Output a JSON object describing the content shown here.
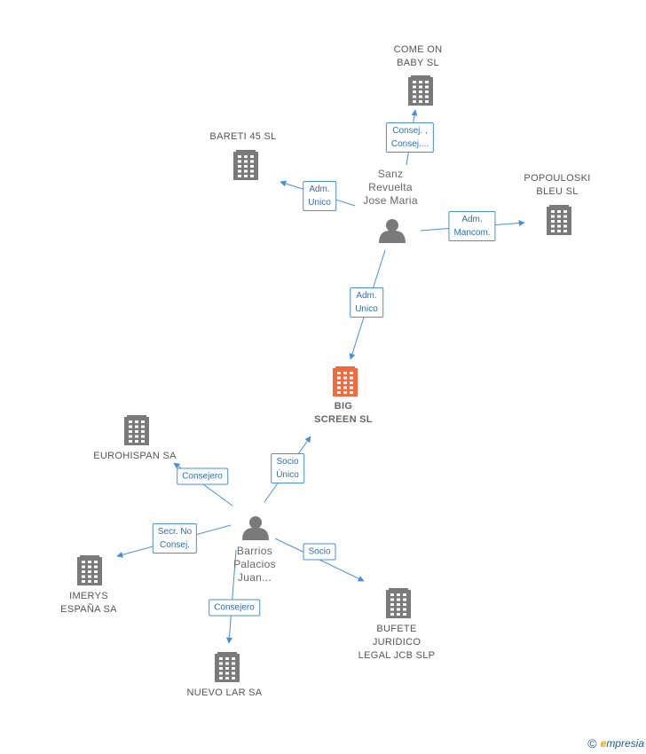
{
  "nodes": [
    {
      "id": "come-on-baby",
      "type": "company",
      "label": "COME ON\nBABY SL"
    },
    {
      "id": "bareti-45",
      "type": "company",
      "label": "BARETI 45  SL"
    },
    {
      "id": "popouloski",
      "type": "company",
      "label": "POPOULOSKI\nBLEU  SL"
    },
    {
      "id": "big-screen",
      "type": "company-main",
      "label": "BIG\nSCREEN  SL"
    },
    {
      "id": "eurohispan",
      "type": "company",
      "label": "EUROHISPAN SA"
    },
    {
      "id": "imerys",
      "type": "company",
      "label": "IMERYS\nESPAÑA SA"
    },
    {
      "id": "bufete",
      "type": "company",
      "label": "BUFETE\nJURIDICO\nLEGAL JCB SLP"
    },
    {
      "id": "nuevo-lar",
      "type": "company",
      "label": "NUEVO LAR SA"
    },
    {
      "id": "sanz",
      "type": "person",
      "label": "Sanz\nRevuelta\nJose Maria"
    },
    {
      "id": "barrios",
      "type": "person",
      "label": "Barrios\nPalacios\nJuan..."
    }
  ],
  "edges": [
    {
      "from": "sanz",
      "to": "come-on-baby",
      "label": "Consej. ,\nConsej...."
    },
    {
      "from": "sanz",
      "to": "bareti-45",
      "label": "Adm.\nUnico"
    },
    {
      "from": "sanz",
      "to": "popouloski",
      "label": "Adm.\nMancom."
    },
    {
      "from": "sanz",
      "to": "big-screen",
      "label": "Adm.\nUnico"
    },
    {
      "from": "barrios",
      "to": "big-screen",
      "label": "Socio\nÚnico"
    },
    {
      "from": "barrios",
      "to": "eurohispan",
      "label": "Consejero"
    },
    {
      "from": "barrios",
      "to": "imerys",
      "label": "Secr.  No\nConsej."
    },
    {
      "from": "barrios",
      "to": "bufete",
      "label": "Socio"
    },
    {
      "from": "barrios",
      "to": "nuevo-lar",
      "label": "Consejero"
    }
  ],
  "colors": {
    "company": "#7a7a7a",
    "main": "#f26a3d",
    "person": "#7a7a7a",
    "edge": "#4a8fd6"
  },
  "footer": {
    "copyright": "©",
    "brand_initial": "e",
    "brand_rest": "mpresia"
  }
}
